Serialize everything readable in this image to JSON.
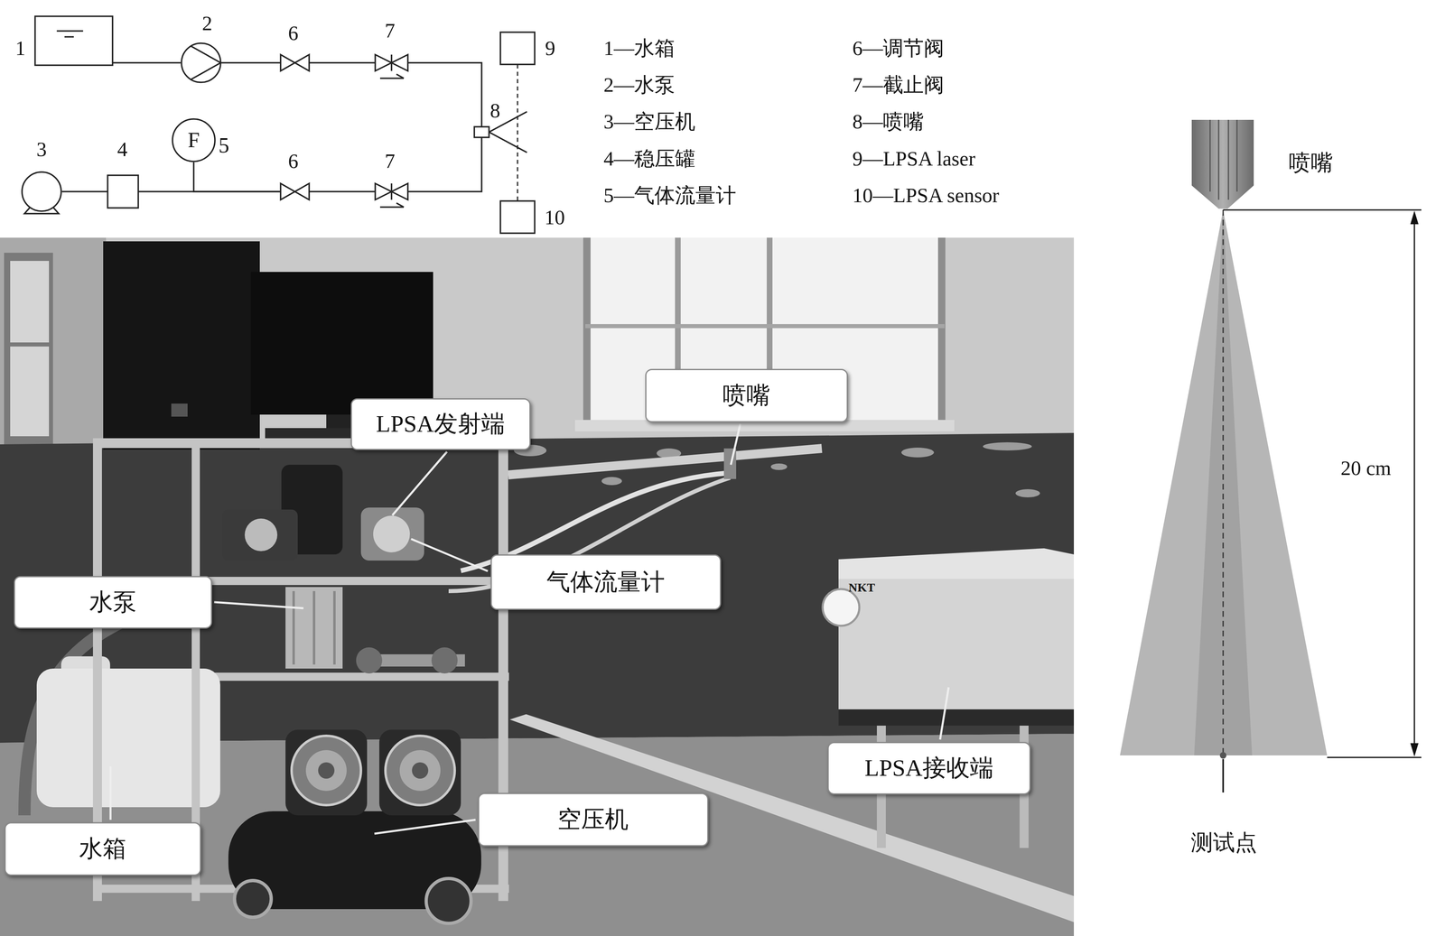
{
  "diagram": {
    "nodes": [
      {
        "text": [
          "1"
        ]
      },
      {
        "text": [
          "2"
        ]
      },
      {
        "text": [
          "6"
        ]
      },
      {
        "text": [
          "7"
        ]
      },
      {
        "text": [
          "9"
        ]
      },
      {
        "text": [
          "8"
        ]
      },
      {
        "text": [
          "3"
        ]
      },
      {
        "text": [
          "4"
        ]
      },
      {
        "text": [
          "F",
          "5"
        ]
      },
      {
        "text": [
          "6"
        ]
      },
      {
        "text": [
          "7"
        ]
      },
      {
        "text": [
          "10"
        ]
      },
      {
        "text": [
          "喷嘴"
        ]
      },
      {
        "text": [
          "LPSA发射端"
        ]
      },
      {
        "text": [
          "气体流量计"
        ]
      },
      {
        "text": [
          "水泵"
        ]
      },
      {
        "text": [
          "LPSA接收端"
        ]
      },
      {
        "text": [
          "空压机"
        ]
      },
      {
        "text": [
          "水箱"
        ]
      }
    ],
    "edges": [
      {
        "from": 0,
        "to": 1,
        "arrow": "none"
      },
      {
        "from": 1,
        "to": 2,
        "arrow": "none"
      },
      {
        "from": 2,
        "to": 3,
        "arrow": "none"
      },
      {
        "from": 3,
        "to": 5,
        "arrow": "none"
      },
      {
        "from": 6,
        "to": 7,
        "arrow": "none"
      },
      {
        "from": 7,
        "to": 9,
        "arrow": "none"
      },
      {
        "from": 8,
        "to": 9,
        "arrow": "none"
      },
      {
        "from": 9,
        "to": 10,
        "arrow": "none"
      },
      {
        "from": 10,
        "to": 5,
        "arrow": "none"
      },
      {
        "from": 4,
        "to": 11,
        "arrow": "none"
      }
    ],
    "labels": [
      "1—水箱",
      "2—水泵",
      "3—空压机",
      "4—稳压罐",
      "5—气体流量计",
      "6—调节阀",
      "7—截止阀",
      "8—喷嘴",
      "9—LPSA laser",
      "10—LPSA sensor",
      "NKT",
      "喷嘴",
      "20 cm",
      "测试点"
    ]
  }
}
